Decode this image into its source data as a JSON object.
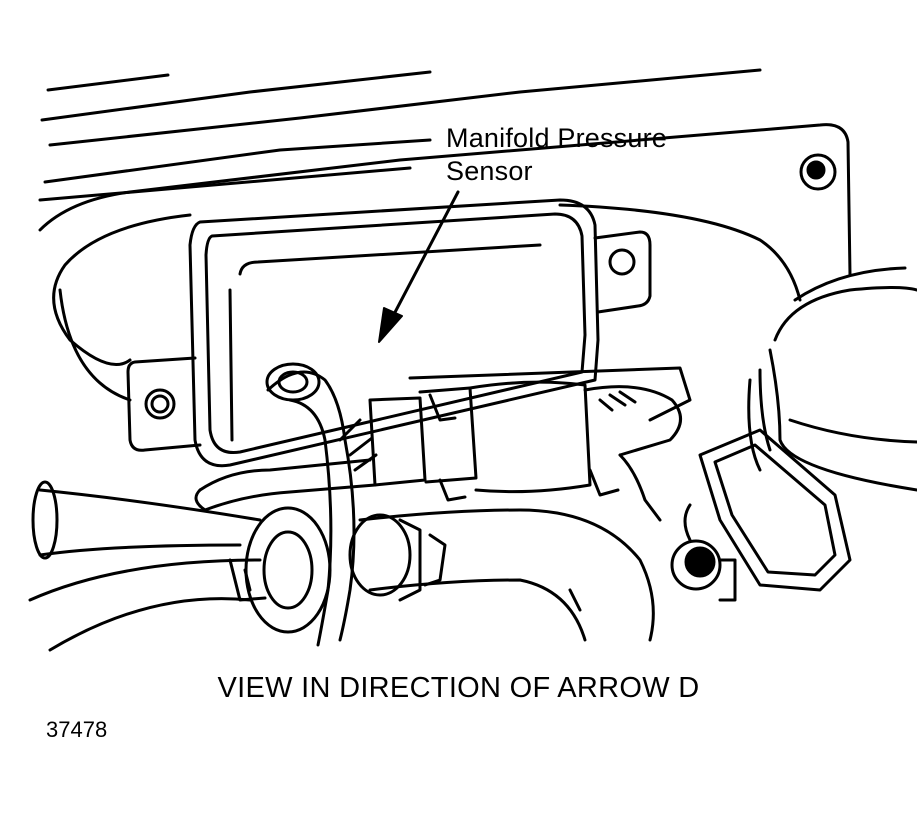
{
  "callout": {
    "line1": "Manifold Pressure",
    "line2": "Sensor"
  },
  "caption": "VIEW IN DIRECTION OF ARROW D",
  "figure_number": "37478"
}
